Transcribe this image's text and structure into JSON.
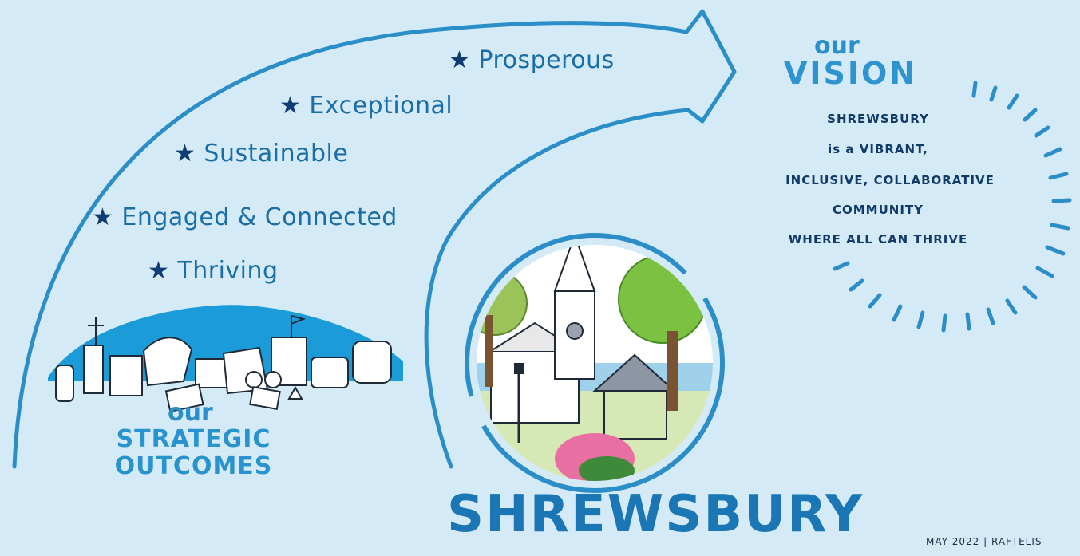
{
  "outcomes": [
    {
      "label": "Prosperous"
    },
    {
      "label": "Exceptional"
    },
    {
      "label": "Sustainable"
    },
    {
      "label": "Engaged & Connected"
    },
    {
      "label": "Thriving"
    }
  ],
  "strategic": {
    "lead": "our",
    "line1": "STRATEGIC",
    "line2": "OUTCOMES"
  },
  "vision": {
    "lead": "our",
    "title": "VISION",
    "lines": [
      "SHREWSBURY",
      "is a VIBRANT,",
      "INCLUSIVE, COLLABORATIVE",
      "COMMUNITY",
      "WHERE ALL CAN THRIVE"
    ]
  },
  "town": {
    "name": "SHREWSBURY"
  },
  "credit": {
    "text": "MAY 2022 | RAFTELIS"
  },
  "icons": {
    "star": "star-icon",
    "arrow": "arrow-icon",
    "sunburst": "sunburst-icon",
    "town-scene": "town-illustration",
    "skyline": "skyline-illustration"
  },
  "colors": {
    "background": "#d4ebf7",
    "arrow": "#2b8ec8",
    "star": "#0f3c73",
    "text_blue": "#1a6ea8",
    "dark_text": "#0f3a6a"
  }
}
